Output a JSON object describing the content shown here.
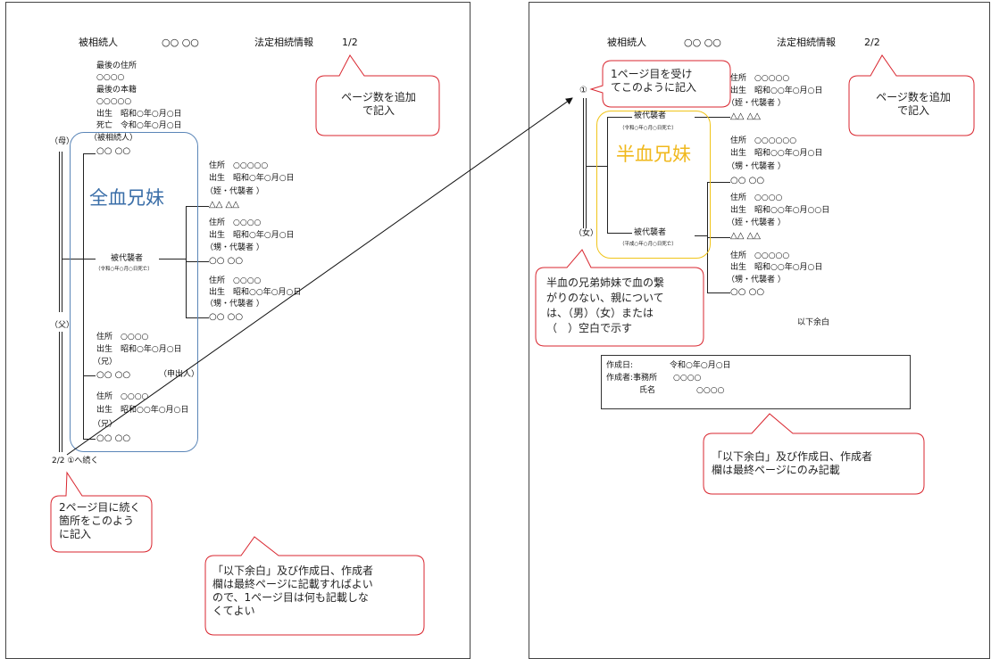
{
  "page1": {
    "header": {
      "label": "被相続人",
      "name": "○○ ○○",
      "title": "法定相続情報",
      "page_no": "1/2"
    },
    "deceased": {
      "last_address_label": "最後の住所",
      "last_address": "○○○○",
      "last_domicile_label": "最後の本籍",
      "last_domicile": "○○○○○",
      "birth": "出生　昭和○年○月○日",
      "death": "死亡　令和○年○月○日",
      "role": "（被相続人）",
      "name": "○○ ○○"
    },
    "mother_label": "（母）",
    "father_label": "（父）",
    "full_blood_label": "全血兄妹",
    "substitute_label": "被代襲者",
    "substitute_death": "（令和○年○月○日死亡）",
    "heirs": [
      {
        "address": "住所　○○○○○",
        "birth": "出生　昭和○年○月○日",
        "relation": "（姪・代襲者 ）",
        "name": "△△ △△"
      },
      {
        "address": "住所　○○○○",
        "birth": "出生　昭和○年○月○日",
        "relation": "（甥・代襲者 ）",
        "name": "○○ ○○"
      },
      {
        "address": "住所　○○○○",
        "birth": "出生　昭和○○年○月○日",
        "relation": "（甥・代襲者 ）",
        "name": "○○ ○○"
      }
    ],
    "brother1": {
      "address": "住所　○○○○",
      "birth": "出生　昭和○年○月○日",
      "relation": "（兄）",
      "name": "○○ ○○",
      "note": "（申出人）"
    },
    "brother2": {
      "address": "住所　○○○○",
      "birth": "出生　昭和○○年○月○日",
      "relation": "（兄）",
      "name": "○○ ○○"
    },
    "continue_note": "2/2 ①へ続く",
    "callout_pages": "ページ数を追加\nで記入",
    "callout_continue": "2ページ目に続く\n箇所をこのよう\nに記入",
    "callout_bottom": "「以下余白」及び作成日、作成者\n欄は最終ページに記載すればよい\nので、1ページ目は何も記載しな\nくてよい"
  },
  "page2": {
    "header": {
      "label": "被相続人",
      "name": "○○ ○○",
      "title": "法定相続情報",
      "page_no": "2/2"
    },
    "marker": "①",
    "callout_top": "1ページ目を受け\nてこのように記入",
    "callout_pages": "ページ数を追加\nで記入",
    "half_blood_label": "半血兄妹",
    "top_person": {
      "address": "住所　○○○○○",
      "birth": "出生　昭和○○年○月○日",
      "relation": "（姪・代襲者 ）",
      "name": "△△ △△"
    },
    "substitute1": {
      "label": "被代襲者",
      "death": "（令和○年○月○日死亡）"
    },
    "substitute2": {
      "label": "被代襲者",
      "death": "（平成○年○月○日死亡）"
    },
    "mother_label": "（女）",
    "heirs": [
      {
        "address": "住所　○○○○○○",
        "birth": "出生　昭和○○年○月○日",
        "relation": "（甥・代襲者 ）",
        "name": "○○ ○○"
      },
      {
        "address": "住所　○○○○",
        "birth": "出生　昭和○○年○月○○日",
        "relation": "（姪・代襲者 ）",
        "name": "△△ △△"
      },
      {
        "address": "住所　○○○○○",
        "birth": "出生　昭和○○年○月○日",
        "relation": "（甥・代襲者 ）",
        "name": "○○ ○○"
      }
    ],
    "callout_half": "半血の兄弟姉妹で血の繋\nがりのない、親について\nは、（男）（女）または\n（　）空白で示す",
    "remainder": "以下余白",
    "creator": {
      "date_label": "作成日:",
      "date": "令和○年○月○日",
      "author_label": "作成者:事務所",
      "office": "○○○○",
      "name_label": "氏名",
      "name": "○○○○"
    },
    "callout_bottom": "「以下余白」及び作成日、作成者\n欄は最終ページにのみ記載"
  }
}
